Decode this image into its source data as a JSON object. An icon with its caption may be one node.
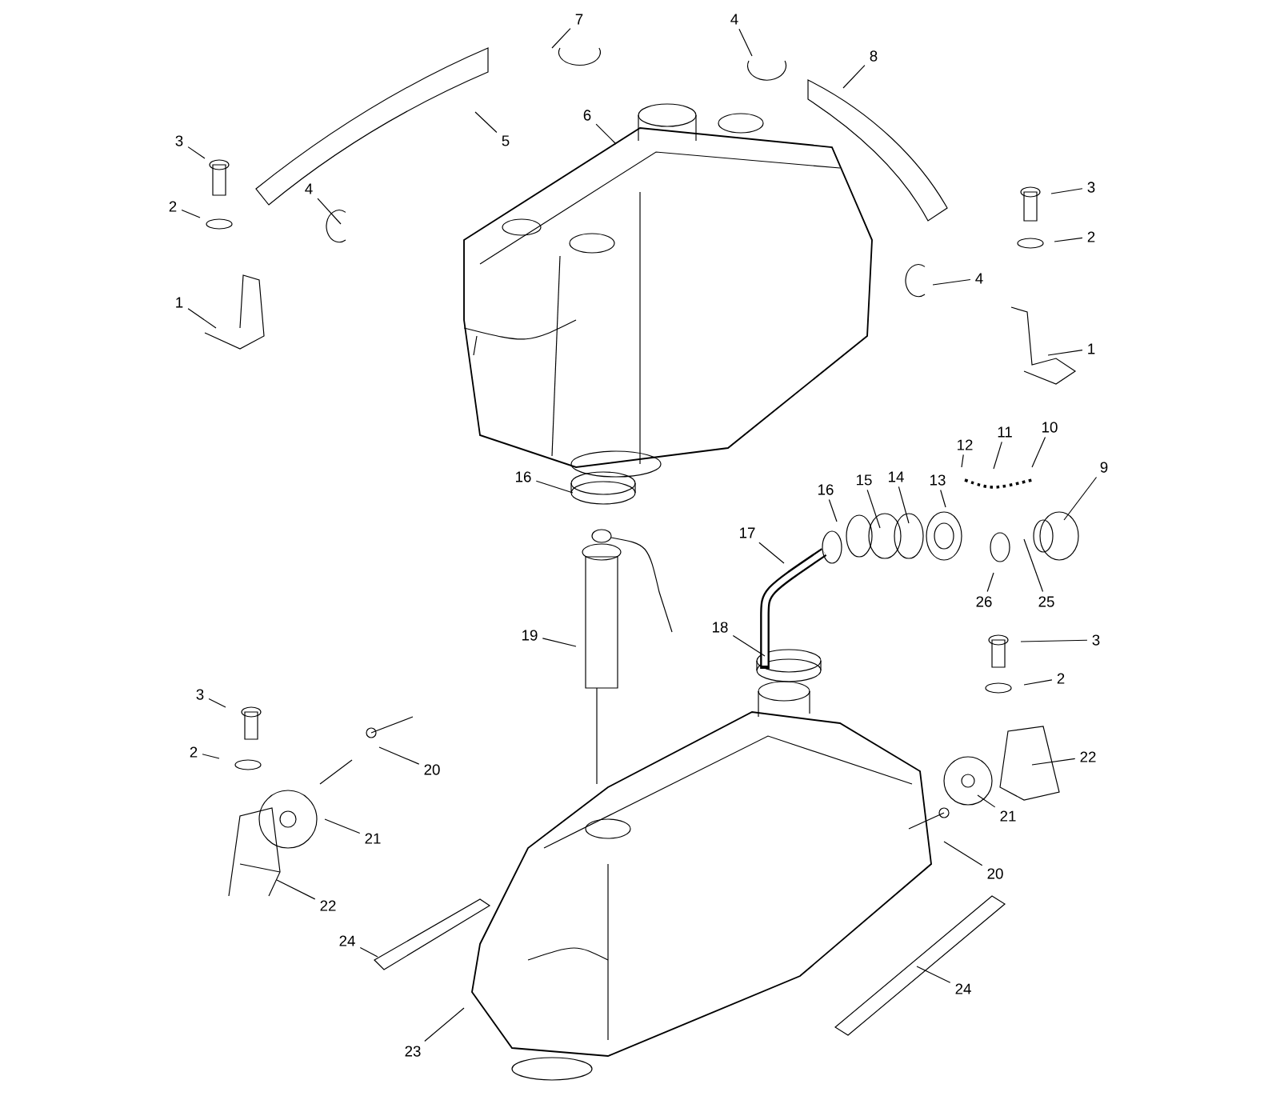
{
  "diagram": {
    "nodes": [
      {
        "text": [
          "7"
        ]
      },
      {
        "text": [
          "4"
        ]
      },
      {
        "text": [
          "8"
        ]
      },
      {
        "text": [
          "5"
        ]
      },
      {
        "text": [
          "6"
        ]
      },
      {
        "text": [
          "3"
        ]
      },
      {
        "text": [
          "2"
        ]
      },
      {
        "text": [
          "4"
        ]
      },
      {
        "text": [
          "3"
        ]
      },
      {
        "text": [
          "2"
        ]
      },
      {
        "text": [
          "4"
        ]
      },
      {
        "text": [
          "1"
        ]
      },
      {
        "text": [
          "1"
        ]
      },
      {
        "text": [
          "16"
        ]
      },
      {
        "text": [
          "12"
        ]
      },
      {
        "text": [
          "11"
        ]
      },
      {
        "text": [
          "10"
        ]
      },
      {
        "text": [
          "9"
        ]
      },
      {
        "text": [
          "16"
        ]
      },
      {
        "text": [
          "15"
        ]
      },
      {
        "text": [
          "14"
        ]
      },
      {
        "text": [
          "13"
        ]
      },
      {
        "text": [
          "17"
        ]
      },
      {
        "text": [
          "26"
        ]
      },
      {
        "text": [
          "25"
        ]
      },
      {
        "text": [
          "19"
        ]
      },
      {
        "text": [
          "18"
        ]
      },
      {
        "text": [
          "3"
        ]
      },
      {
        "text": [
          "2"
        ]
      },
      {
        "text": [
          "3"
        ]
      },
      {
        "text": [
          "2"
        ]
      },
      {
        "text": [
          "20"
        ]
      },
      {
        "text": [
          "21"
        ]
      },
      {
        "text": [
          "22"
        ]
      },
      {
        "text": [
          "22"
        ]
      },
      {
        "text": [
          "21"
        ]
      },
      {
        "text": [
          "20"
        ]
      },
      {
        "text": [
          "24"
        ]
      },
      {
        "text": [
          "24"
        ]
      },
      {
        "text": [
          "23"
        ]
      }
    ],
    "edges": [
      {
        "from": 0,
        "to": null,
        "arrow": "none"
      },
      {
        "from": 1,
        "to": null,
        "arrow": "none"
      },
      {
        "from": 2,
        "to": null,
        "arrow": "none"
      },
      {
        "from": 3,
        "to": null,
        "arrow": "none"
      },
      {
        "from": 4,
        "to": null,
        "arrow": "none"
      },
      {
        "from": 5,
        "to": null,
        "arrow": "none"
      },
      {
        "from": 6,
        "to": null,
        "arrow": "none"
      },
      {
        "from": 7,
        "to": null,
        "arrow": "none"
      },
      {
        "from": 8,
        "to": null,
        "arrow": "none"
      },
      {
        "from": 9,
        "to": null,
        "arrow": "none"
      },
      {
        "from": 10,
        "to": null,
        "arrow": "none"
      },
      {
        "from": 11,
        "to": null,
        "arrow": "none"
      },
      {
        "from": 12,
        "to": null,
        "arrow": "none"
      },
      {
        "from": 13,
        "to": null,
        "arrow": "none"
      },
      {
        "from": 14,
        "to": null,
        "arrow": "none"
      },
      {
        "from": 15,
        "to": null,
        "arrow": "none"
      },
      {
        "from": 16,
        "to": null,
        "arrow": "none"
      },
      {
        "from": 17,
        "to": null,
        "arrow": "none"
      },
      {
        "from": 18,
        "to": null,
        "arrow": "none"
      },
      {
        "from": 19,
        "to": null,
        "arrow": "none"
      },
      {
        "from": 20,
        "to": null,
        "arrow": "none"
      },
      {
        "from": 21,
        "to": null,
        "arrow": "none"
      },
      {
        "from": 22,
        "to": null,
        "arrow": "none"
      },
      {
        "from": 23,
        "to": null,
        "arrow": "none"
      },
      {
        "from": 24,
        "to": null,
        "arrow": "none"
      },
      {
        "from": 25,
        "to": null,
        "arrow": "none"
      },
      {
        "from": 26,
        "to": null,
        "arrow": "none"
      },
      {
        "from": 27,
        "to": null,
        "arrow": "none"
      },
      {
        "from": 28,
        "to": null,
        "arrow": "none"
      },
      {
        "from": 29,
        "to": null,
        "arrow": "none"
      },
      {
        "from": 30,
        "to": null,
        "arrow": "none"
      },
      {
        "from": 31,
        "to": null,
        "arrow": "none"
      },
      {
        "from": 32,
        "to": null,
        "arrow": "none"
      },
      {
        "from": 33,
        "to": null,
        "arrow": "none"
      },
      {
        "from": 34,
        "to": null,
        "arrow": "none"
      },
      {
        "from": 35,
        "to": null,
        "arrow": "none"
      },
      {
        "from": 36,
        "to": null,
        "arrow": "none"
      },
      {
        "from": 37,
        "to": null,
        "arrow": "none"
      },
      {
        "from": 38,
        "to": null,
        "arrow": "none"
      },
      {
        "from": 39,
        "to": null,
        "arrow": "none"
      }
    ]
  }
}
